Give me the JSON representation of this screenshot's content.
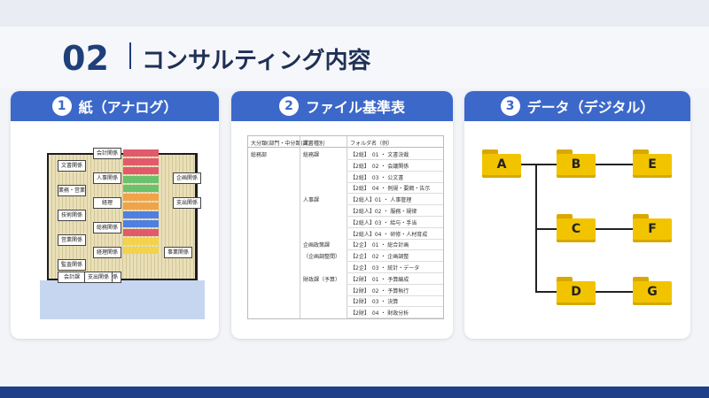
{
  "header": {
    "number": "02",
    "title": "コンサルティング内容"
  },
  "cards": [
    {
      "num": "1",
      "title": "紙（アナログ）"
    },
    {
      "num": "2",
      "title": "ファイル基準表"
    },
    {
      "num": "3",
      "title": "データ（デジタル）"
    }
  ],
  "cabinet": {
    "tabs": [
      "会計関係",
      "文書関係",
      "人事関係",
      "業務・営業",
      "経理",
      "技術関係",
      "総務関係",
      "営業関係",
      "経理関係",
      "監査関係",
      "業務関係",
      "企画関係",
      "支出関係",
      "会計課",
      "支出関係",
      "事業関係"
    ],
    "strip_colors": [
      "#e05a6c",
      "#e05a6c",
      "#e05a6c",
      "#6bc16c",
      "#6bc16c",
      "#f0a44a",
      "#f0a44a",
      "#4f7fe0",
      "#4f7fe0",
      "#e05a6c",
      "#f2d34b",
      "#f2d34b"
    ]
  },
  "file_table": {
    "headers": [
      "大分類(部門・中分類(課)",
      "文書種別",
      "フォルダ名（例）"
    ],
    "rows": [
      {
        "dept": "総務部",
        "section": "総務課",
        "folder": "【2総】　01 ・ 文書決裁"
      },
      {
        "dept": "",
        "section": "",
        "folder": "【2総】　02 ・ 会議関係"
      },
      {
        "dept": "",
        "section": "",
        "folder": "【2総】　03 ・ 公文書"
      },
      {
        "dept": "",
        "section": "",
        "folder": "【2総】　04 ・ 例規・要綱・告示"
      },
      {
        "dept": "",
        "section": "人事課",
        "folder": "【2総人】01 ・ 人事管理"
      },
      {
        "dept": "",
        "section": "",
        "folder": "【2総人】02 ・ 服務・規律"
      },
      {
        "dept": "",
        "section": "",
        "folder": "【2総人】03 ・ 給与・手当"
      },
      {
        "dept": "",
        "section": "",
        "folder": "【2総人】04 ・ 研修・人材育成"
      },
      {
        "dept": "",
        "section": "企画政策課",
        "folder": "【2企】　01 ・ 総合計画"
      },
      {
        "dept": "",
        "section": "（企画調整間）",
        "folder": "【2企】　02 ・ 企画調整"
      },
      {
        "dept": "",
        "section": "",
        "folder": "【2企】　03 ・ 統計・データ"
      },
      {
        "dept": "",
        "section": "財政課（予算）",
        "folder": "【2財】　01 ・ 予算編成"
      },
      {
        "dept": "",
        "section": "",
        "folder": "【2財】　02 ・ 予算執行"
      },
      {
        "dept": "",
        "section": "",
        "folder": "【2財】　03 ・ 決算"
      },
      {
        "dept": "",
        "section": "",
        "folder": "【2財】　04 ・ 財政分析"
      }
    ]
  },
  "folders": [
    "A",
    "B",
    "C",
    "D",
    "E",
    "F",
    "G"
  ],
  "colors": {
    "accent": "#3c68c9",
    "title": "#1f3f7a",
    "folder": "#f2c400"
  }
}
